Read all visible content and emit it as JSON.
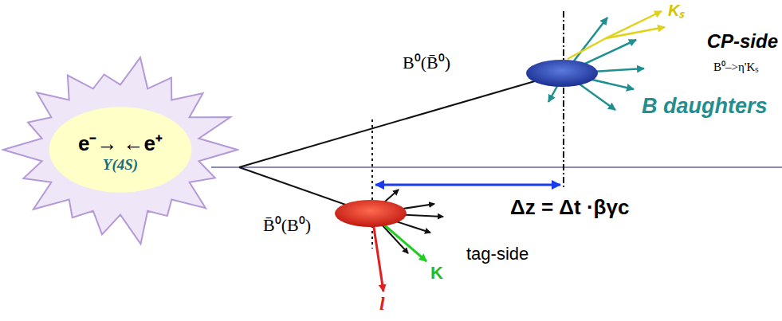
{
  "diagram": {
    "nodes": [
      {
        "text": [
          "e⁻→ ←e⁺",
          "Υ(4S)"
        ]
      }
    ],
    "labels": [
      "B⁰(B̄⁰)",
      "CP-side",
      "B⁰–>η'Kₛ",
      "Kₛ",
      "B daughters",
      "B̄⁰(B⁰)",
      "Δz = Δt ·βγc",
      "tag-side",
      "l",
      "K"
    ]
  }
}
